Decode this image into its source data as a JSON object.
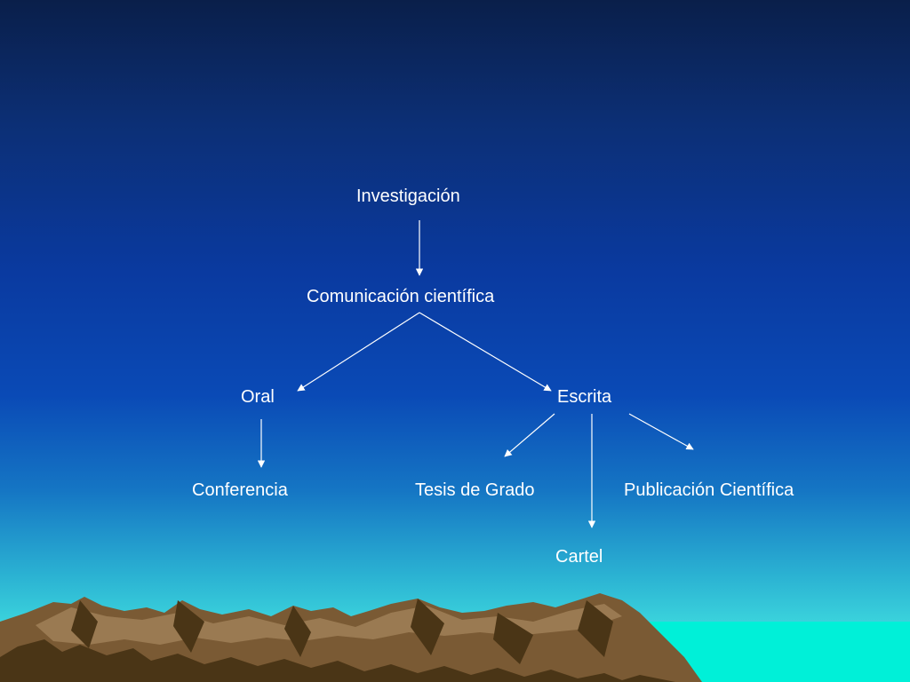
{
  "nodes": {
    "investigacion": "Investigación",
    "comunicacion": "Comunicación científica",
    "oral": "Oral",
    "escrita": "Escrita",
    "conferencia": "Conferencia",
    "tesis": "Tesis de Grado",
    "publicacion": "Publicación Científica",
    "cartel": "Cartel"
  },
  "colors": {
    "text": "#ffffff",
    "arrow": "#ffffff",
    "mountain_dark": "#4a3516",
    "mountain_mid": "#7a5a34",
    "mountain_light": "#9a7a52",
    "sea": "#00f0d8"
  }
}
